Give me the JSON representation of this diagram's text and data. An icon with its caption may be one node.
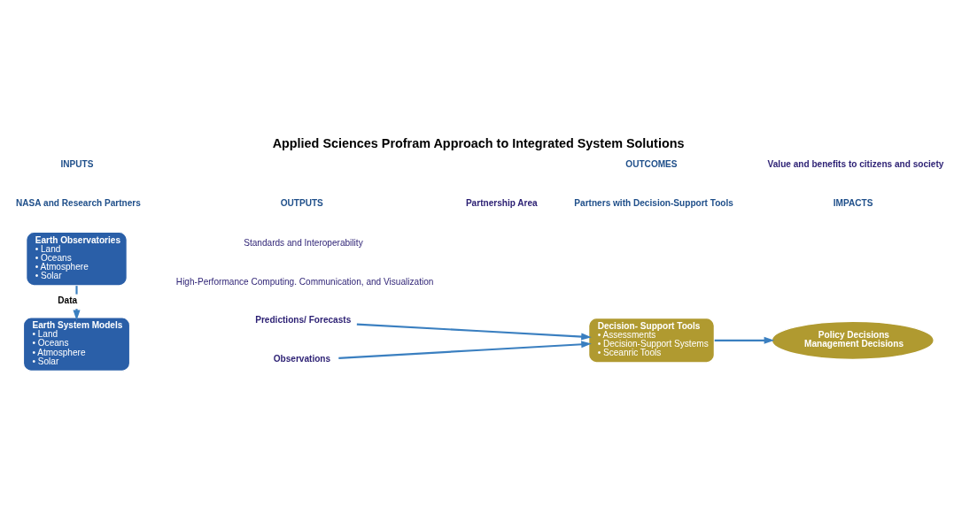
{
  "diagram": {
    "title": "Applied Sciences Profram Approach to Integrated System Solutions",
    "nodes": [
      {
        "text": [
          "Earth System Models",
          "• Land",
          "• Oceans",
          "• Atmosphere",
          "• Solar"
        ]
      },
      {
        "text": [
          "Earth Observatories",
          "• Land",
          "• Oceans",
          "• Atmosphere",
          "• Solar"
        ]
      },
      {
        "text": [
          "Predictions/ Forecasts"
        ]
      },
      {
        "text": [
          "Observations"
        ]
      },
      {
        "text": [
          "Decision- Support Tools",
          "• Assessments",
          "• Decision-Support Systems",
          "• Sceanric Tools"
        ]
      },
      {
        "text": [
          "Policy Decisions",
          "Management Decisions"
        ]
      }
    ],
    "edges": [
      {
        "from": 1,
        "to": 0,
        "arrow": "to",
        "label": "Data"
      },
      {
        "from": 2,
        "to": 4,
        "arrow": "to"
      },
      {
        "from": 3,
        "to": 4,
        "arrow": "to"
      },
      {
        "from": 4,
        "to": 5,
        "arrow": "to"
      }
    ],
    "labels": [
      "High-Performance Computing. Communication, and Visualization",
      "Standards and Interoperability",
      "Partnership Area",
      "Value and benefits to citizens and society",
      "INPUTS",
      "OUTPUTS",
      "OUTCOMES",
      "IMPACTS",
      "NASA and Research Partners",
      "Partners with Decision-Support Tools"
    ]
  }
}
